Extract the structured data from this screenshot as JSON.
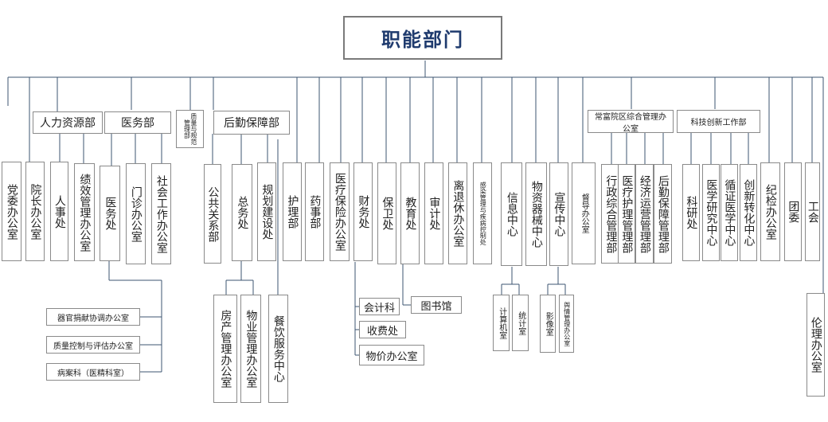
{
  "root": {
    "label": "职能部门"
  },
  "groups": {
    "hr": "人力资源部",
    "medical": "医务部",
    "quality": "质量与规范管理部",
    "logistics": "后勤保障部",
    "changfu": "常富院区综合管理办公室",
    "science": "科技创新工作部"
  },
  "depts": {
    "dangwei": "党委办公室",
    "yuanzhang": "院长办公室",
    "renshi": "人事处",
    "jixiao": "绩效管理办公室",
    "yiwu": "医务处",
    "menzhen": "门诊办公室",
    "shehui": "社会工作办公室",
    "gonggong": "公共关系部",
    "zongwu": "总务处",
    "guihua": "规划建设处",
    "huli": "护理部",
    "yaoshi": "药事部",
    "yiliaobx": "医疗保险办公室",
    "caiwu": "财务处",
    "baowei": "保卫处",
    "jiaoyu": "教育处",
    "shenji": "审计处",
    "lituixiu": "离退休办公室",
    "ganran": "感染管理与疾病控制处",
    "xinxi": "信息中心",
    "wuzi": "物资器械中心",
    "xuanchuan": "宣传中心",
    "duban": "督导办公室",
    "xingzheng": "行政综合管理部",
    "yiliaohl": "医疗护理管理部",
    "jingji": "经济运营管理部",
    "houqin2": "后勤保障管理部",
    "keyan": "科研处",
    "yixue": "医学研究中心",
    "xunzheng": "循证医学中心",
    "chuangxin": "创新转化中心",
    "jijian": "纪检办公室",
    "tuanwei": "团委",
    "gonghui": "工会",
    "lunli": "伦理办公室"
  },
  "subs": {
    "qiguan": "器官捐献协调办公室",
    "zhiliang": "质量控制与评估办公室",
    "bingan": "病案科（医精科室）",
    "fangchan": "房产管理办公室",
    "wuye": "物业管理办公室",
    "canyin": "餐饮服务中心",
    "kuaiji": "会计科",
    "shoufei": "收费处",
    "wujia": "物价办公室",
    "tushu": "图书馆",
    "jisuanji": "计算机室",
    "tongji": "统计室",
    "yingxiang": "影像室",
    "yuqing": "舆情管理办公室"
  }
}
